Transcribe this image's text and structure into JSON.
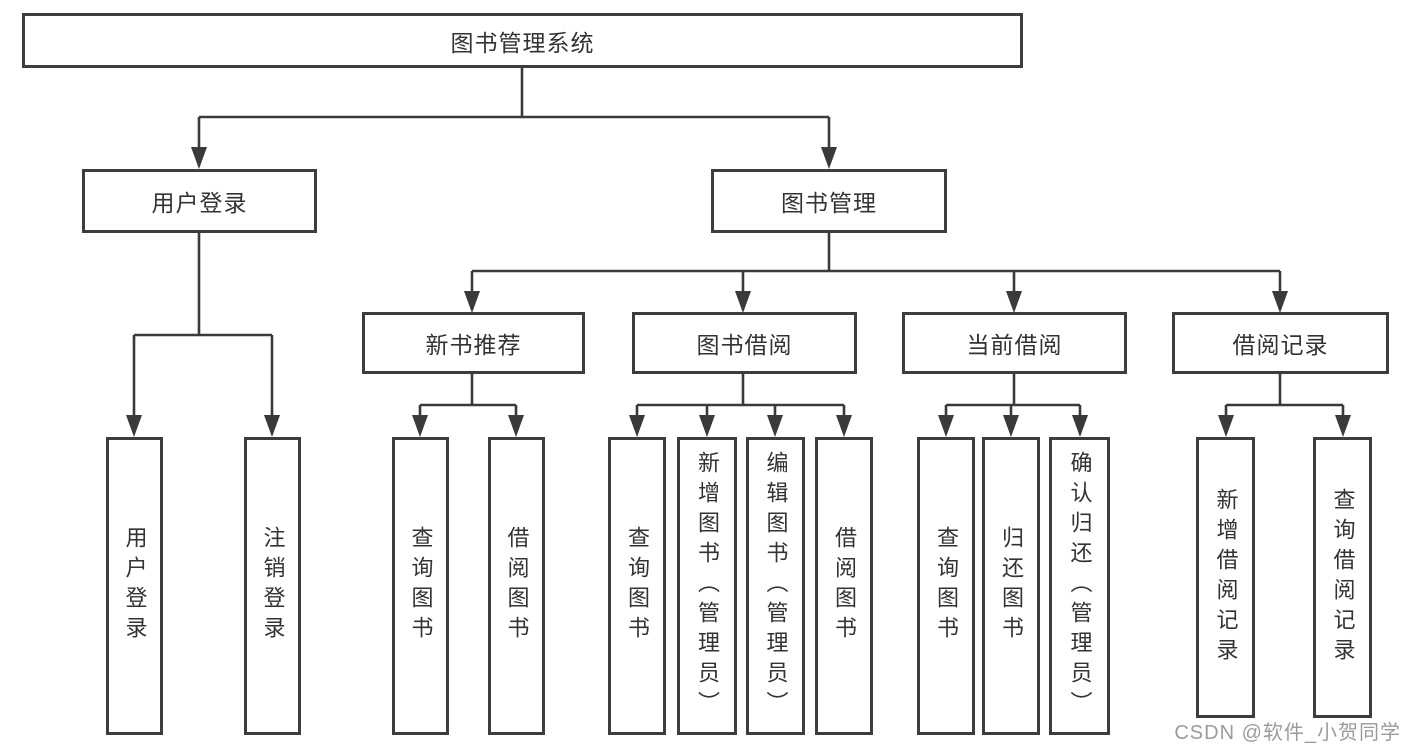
{
  "tree": {
    "root": {
      "label": "图书管理系统"
    },
    "branches": [
      {
        "label": "用户登录",
        "children": [
          {
            "label": "用户登录"
          },
          {
            "label": "注销登录"
          }
        ]
      },
      {
        "label": "图书管理",
        "groups": [
          {
            "label": "新书推荐",
            "children": [
              {
                "label": "查询图书"
              },
              {
                "label": "借阅图书"
              }
            ]
          },
          {
            "label": "图书借阅",
            "children": [
              {
                "label": "查询图书"
              },
              {
                "label": "新增图书（管理员）"
              },
              {
                "label": "编辑图书（管理员）"
              },
              {
                "label": "借阅图书"
              }
            ]
          },
          {
            "label": "当前借阅",
            "children": [
              {
                "label": "查询图书"
              },
              {
                "label": "归还图书"
              },
              {
                "label": "确认归还（管理员）"
              }
            ]
          },
          {
            "label": "借阅记录",
            "children": [
              {
                "label": "新增借阅记录"
              },
              {
                "label": "查询借阅记录"
              }
            ]
          }
        ]
      }
    ]
  },
  "watermark": {
    "text": "CSDN @软件_小贺同学"
  },
  "colors": {
    "line": "#3a3a3a",
    "box_border": "#3d3d3d",
    "box_text": "#333333",
    "watermark": "#9b9b9b",
    "background": "#ffffff"
  }
}
